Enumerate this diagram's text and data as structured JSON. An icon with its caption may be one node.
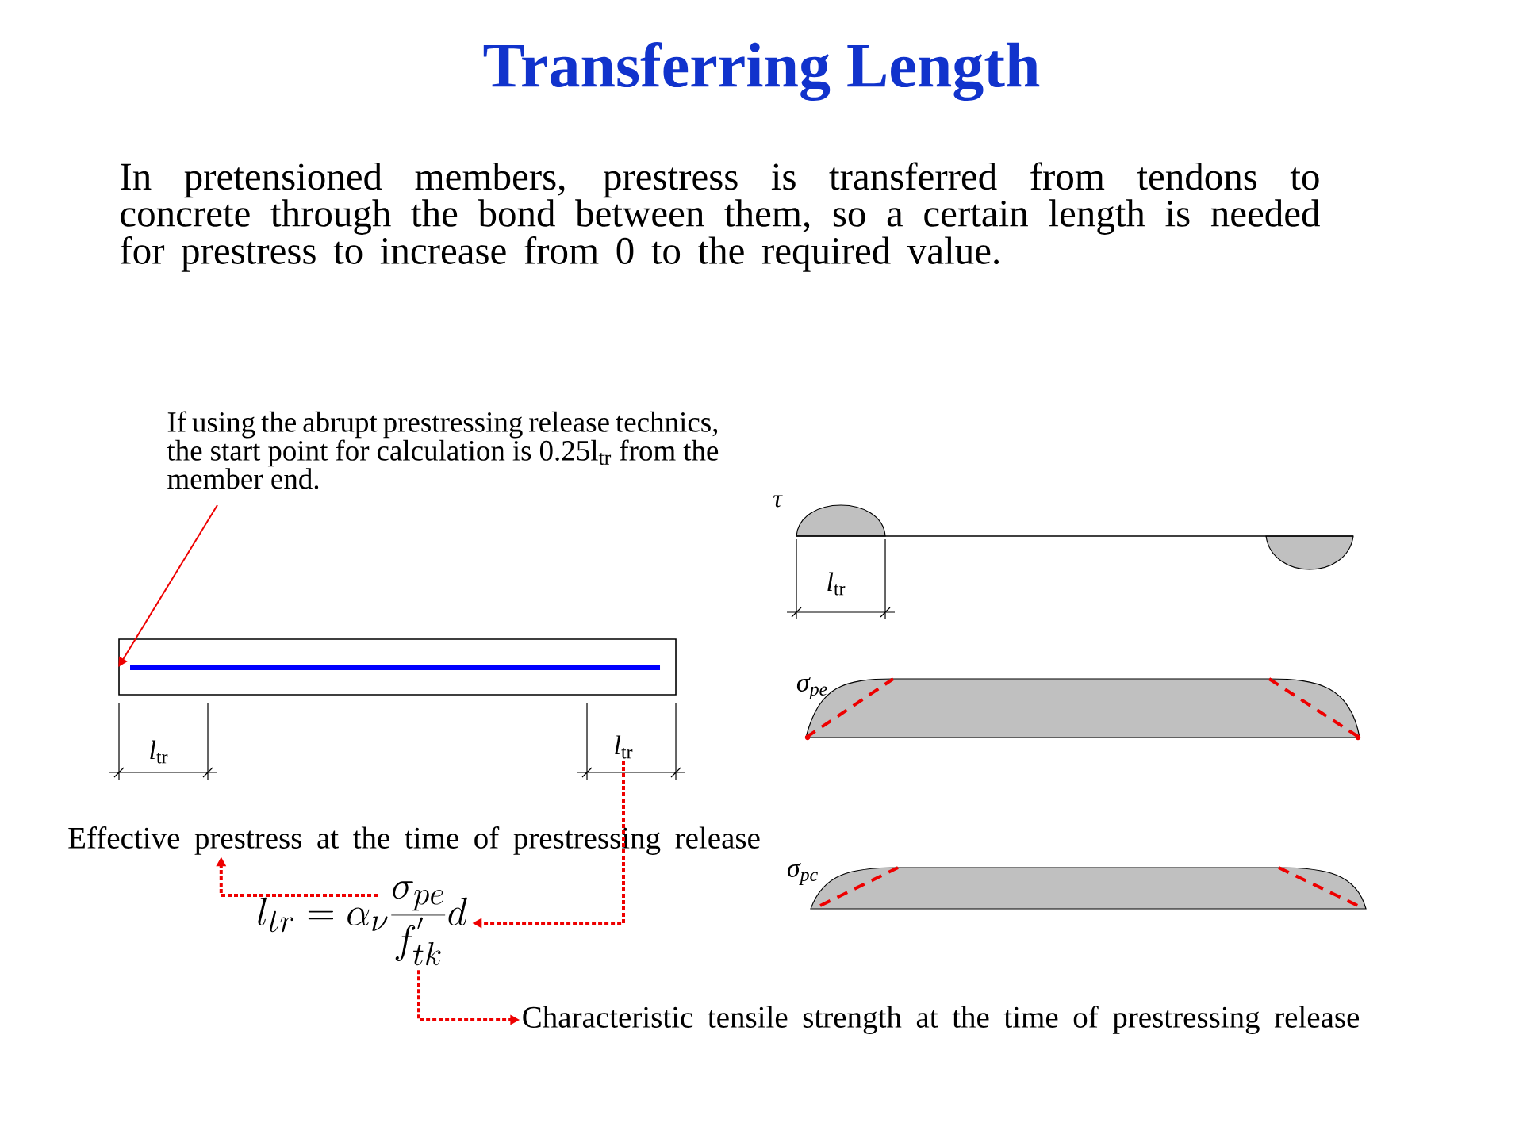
{
  "diagram": {
    "title": "Transferring Length",
    "nodes": [
      {
        "text": [
          "If using the abrupt prestressing release technics, the start point for calculation is 0.25l$_{tr}$ from the member end."
        ]
      },
      {
        "text": [],
        "shape": "box"
      },
      {
        "text": [
          "*l*$_{tr}$"
        ]
      },
      {
        "text": [
          "l_{tr} = \\alpha_{\\nu} \\frac{\\sigma_{pe}}{f^{'}_{tk}} d"
        ]
      },
      {
        "text": [
          "Effective prestress at the time of prestressing release"
        ]
      },
      {
        "text": [
          "Characteristic tensile strength at the time of prestressing release"
        ]
      }
    ],
    "edges": [
      {
        "from": 0,
        "to": 1,
        "arrow": "to"
      },
      {
        "from": 2,
        "to": 3,
        "arrow": "to",
        "style": "dashed"
      },
      {
        "from": 3,
        "to": 4,
        "arrow": "to",
        "style": "dashed"
      },
      {
        "from": 3,
        "to": 5,
        "arrow": "to",
        "style": "dashed"
      }
    ],
    "labels": [
      "In pretensioned members, prestress is transferred from tendons to concrete through the bond between them, so a certain length is needed for prestress to increase from 0 to the required value.",
      "*l*$_{tr}$",
      "τ",
      "*l*$_{tr}$",
      "σ$_{pe}$",
      "σ$_{pc}$"
    ]
  }
}
